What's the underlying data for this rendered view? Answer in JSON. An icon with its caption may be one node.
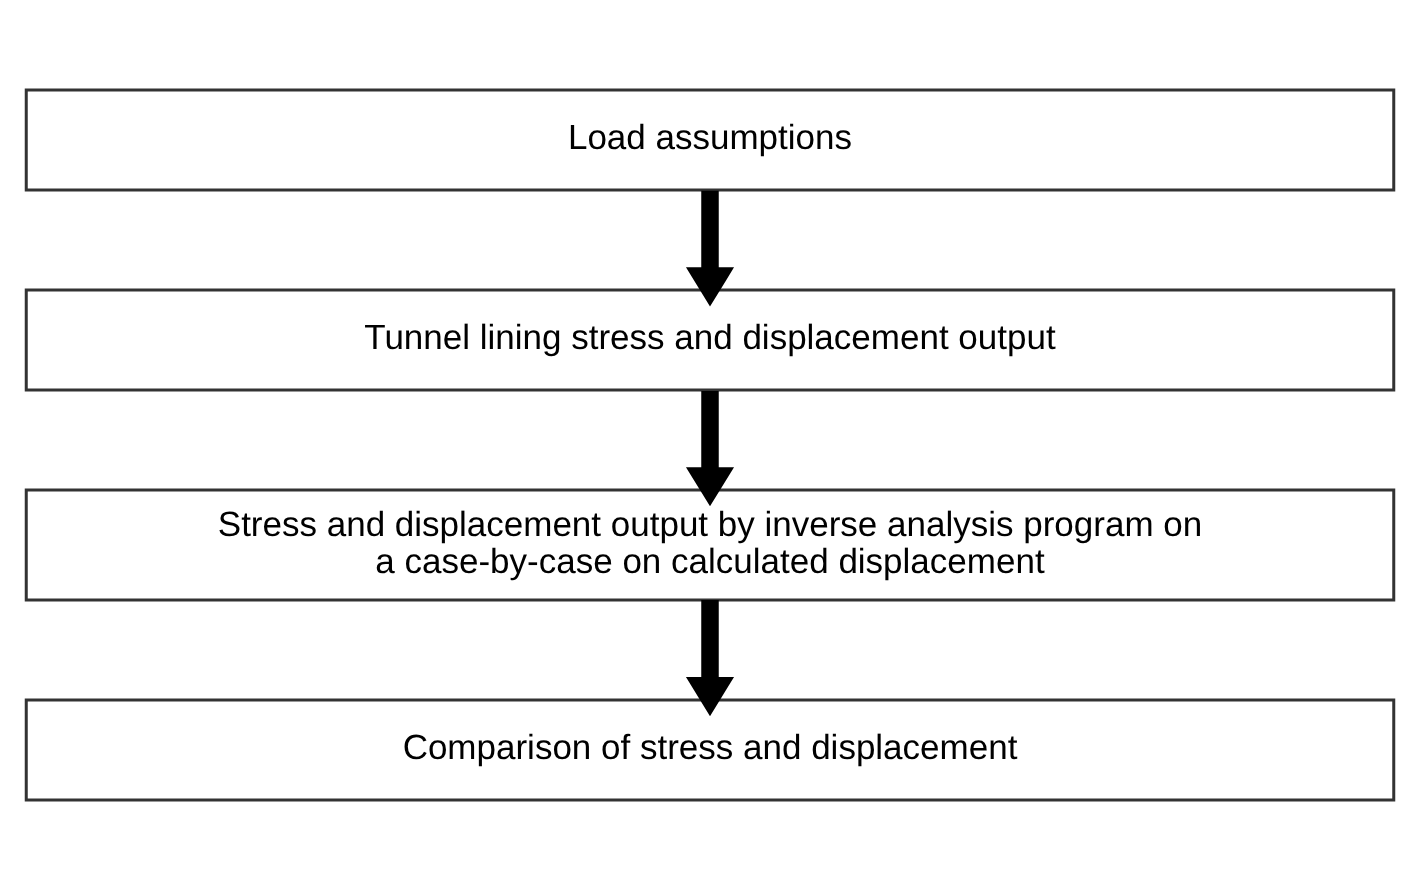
{
  "diagram": {
    "nodes": [
      {
        "text": [
          "Load assumptions"
        ]
      },
      {
        "text": [
          "Tunnel lining stress and displacement output"
        ]
      },
      {
        "text": [
          "Stress and displacement output by inverse analysis program on a case-by-case on calculated displacement"
        ]
      },
      {
        "text": [
          "Comparison of stress and displacement"
        ]
      }
    ],
    "edges": [
      {
        "from": 0,
        "to": 1,
        "arrow": "to"
      },
      {
        "from": 1,
        "to": 2,
        "arrow": "to"
      },
      {
        "from": 2,
        "to": 3,
        "arrow": "to"
      }
    ]
  }
}
